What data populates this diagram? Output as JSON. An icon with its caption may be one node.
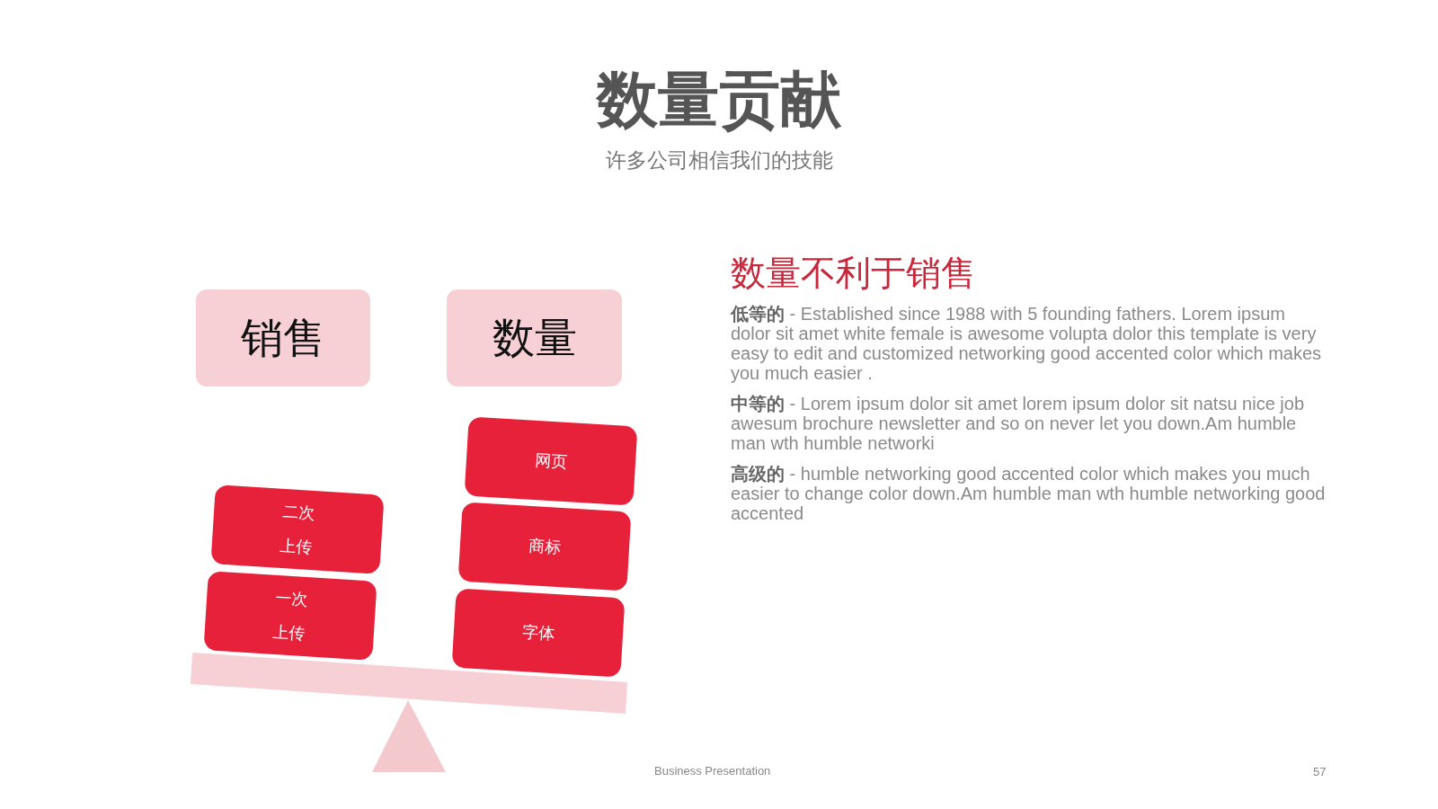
{
  "diagram": {
    "title": "数量贡献",
    "nodes": [
      {
        "text": [
          "销售"
        ]
      },
      {
        "text": [
          "数量"
        ]
      },
      {
        "text": [
          "二次上传"
        ]
      },
      {
        "text": [
          "一次上传"
        ]
      },
      {
        "text": [
          "网页"
        ]
      },
      {
        "text": [
          "商标"
        ]
      },
      {
        "text": [
          "字体"
        ]
      }
    ],
    "labels": [
      "许多公司相信我们的技能",
      "数量不利于销售",
      "**低等的** - Established since 1988 with 5 founding fathers. Lorem ipsum dolor sit amet white female is awesome volupta dolor this template is very easy to edit and customized networking good accented color which makes you much easier .",
      "**中等的** - Lorem ipsum dolor sit amet lorem ipsum dolor sit natsu nice job awesum brochure newsletter and so on never let you down.Am humble man wth humble networki",
      "**高级的** - humble networking good accented color which makes you much easier to change color down.Am humble man wth humble networking good accented",
      "Business Presentation",
      "57"
    ]
  }
}
